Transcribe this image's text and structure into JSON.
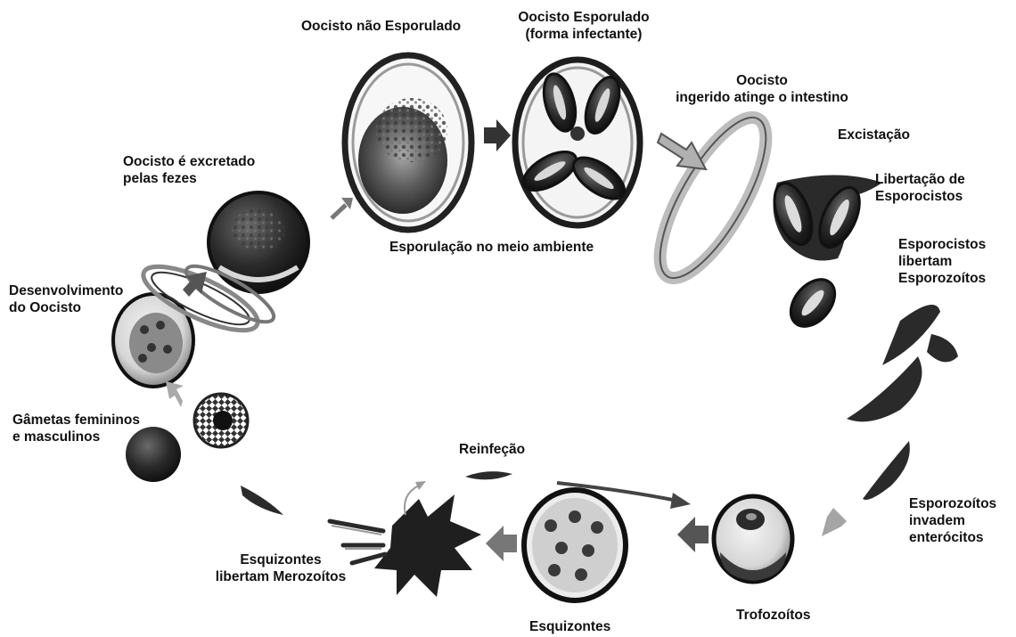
{
  "labels": {
    "oocisto_nao_esporulado": "Oocisto não Esporulado",
    "oocisto_esporulado": [
      "Oocisto Esporulado",
      "(forma infectante)"
    ],
    "oocisto_ingerido": [
      "Oocisto",
      "ingerido atinge o intestino"
    ],
    "excistacao": "Excistação",
    "libertacao": [
      "Libertação de",
      "Esporocistos"
    ],
    "esporocistos_libertam": [
      "Esporocistos",
      "libertam",
      "Esporozoítos"
    ],
    "esporozoitos_invadem": [
      "Esporozoítos",
      "invadem",
      "enterócitos"
    ],
    "trofozoitos": "Trofozoítos",
    "esquizontes": "Esquizontes",
    "esquizontes_libertam": [
      "Esquizontes",
      "libertam Merozoítos"
    ],
    "reinfecao": "Reinfeção",
    "gametas": [
      "Gâmetas femininos",
      "e masculinos"
    ],
    "desenvolvimento": [
      "Desenvolvimento",
      "do Oocisto"
    ],
    "excretado": [
      "Oocisto é excretado",
      "pelas fezes"
    ],
    "esporulacao": "Esporulação no meio ambiente"
  },
  "colors": {
    "ink": "#1a1a1a",
    "shade": "#6e6e6e",
    "arrow": "#777777",
    "arrow_light": "#a5a5a5"
  }
}
